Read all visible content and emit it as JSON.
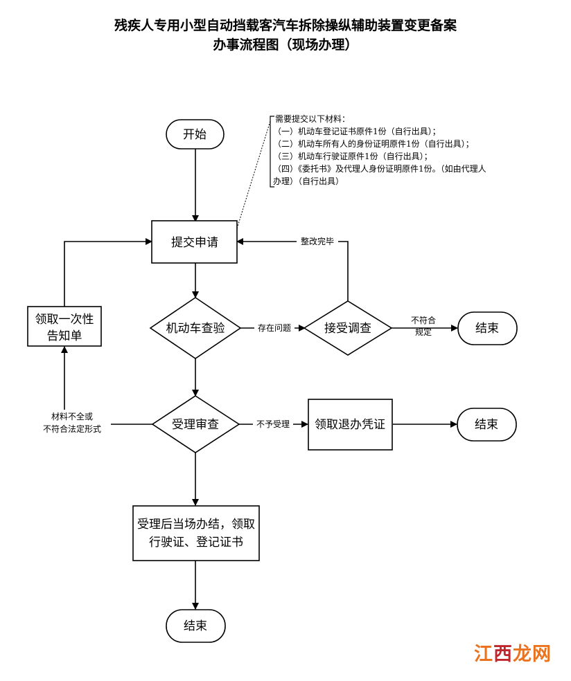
{
  "title": {
    "line1": "残疾人专用小型自动挡载客汽车拆除操纵辅助装置变更备案",
    "line2": "办事流程图（现场办理）"
  },
  "nodes": {
    "start": "开始",
    "submit": "提交申请",
    "inspect": "机动车查验",
    "investigate": "接受调查",
    "end1": "结束",
    "notice_line1": "领取一次性",
    "notice_line2": "告知单",
    "review": "受理审查",
    "refund": "领取退办凭证",
    "end2": "结束",
    "done_line1": "受理后当场办结，领取",
    "done_line2": "行驶证、登记证书",
    "end3": "结束"
  },
  "edges": {
    "rectified": "整改完毕",
    "problem": "存在问题",
    "noncompliant_line1": "不符合",
    "noncompliant_line2": "规定",
    "not_accepted": "不予受理",
    "incomplete_line1": "材料不全或",
    "incomplete_line2": "不符合法定形式"
  },
  "materials": {
    "heading": "需要提交以下材料：",
    "line1": "（一）机动车登记证书原件1份（自行出具）；",
    "line2": "（二）机动车所有人的身份证明原件1份（自行出具）；",
    "line3": "（三）机动车行驶证原件1份（自行出具）；",
    "line4": "（四）《委托书》及代理人身份证明原件1份。（如由代理人",
    "line5": "办理）（自行出具）"
  },
  "watermark": {
    "part1": "江",
    "part2": "西",
    "part3": "龙网"
  }
}
